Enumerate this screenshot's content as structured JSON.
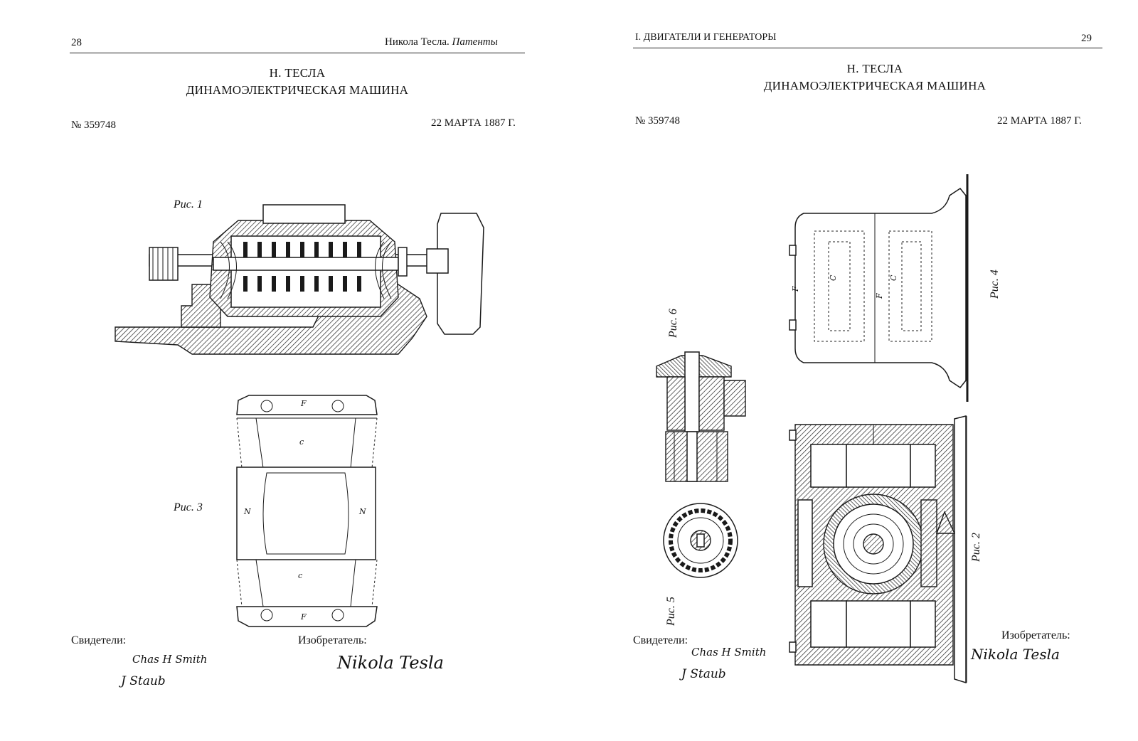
{
  "left_page": {
    "page_number": "28",
    "running_head_author": "Никола Тесла.",
    "running_head_title": "Патенты",
    "title_line1": "Н. ТЕСЛА",
    "title_line2": "ДИНАМОЭЛЕКТРИЧЕСКАЯ МАШИНА",
    "patent_number": "№ 359748",
    "date": "22 МАРТА 1887 Г.",
    "figures": {
      "fig1_label": "Рис. 1",
      "fig3_label": "Рис. 3"
    },
    "witnesses_label": "Свидетели:",
    "inventor_label": "Изобретатель:",
    "witness_signature_1": "Chas H Smith",
    "witness_signature_2": "J Staub",
    "inventor_signature": "Nikola Tesla"
  },
  "right_page": {
    "page_number": "29",
    "running_head": "I. ДВИГАТЕЛИ И ГЕНЕРАТОРЫ",
    "title_line1": "Н. ТЕСЛА",
    "title_line2": "ДИНАМОЭЛЕКТРИЧЕСКАЯ МАШИНА",
    "patent_number": "№ 359748",
    "date": "22 МАРТА 1887 Г.",
    "figures": {
      "fig2_label": "Рис. 2",
      "fig4_label": "Рис. 4",
      "fig5_label": "Рис. 5",
      "fig6_label": "Рис. 6"
    },
    "witnesses_label": "Свидетели:",
    "inventor_label": "Изобретатель:",
    "witness_signature_1": "Chas H Smith",
    "witness_signature_2": "J Staub",
    "inventor_signature": "Nikola Tesla"
  }
}
